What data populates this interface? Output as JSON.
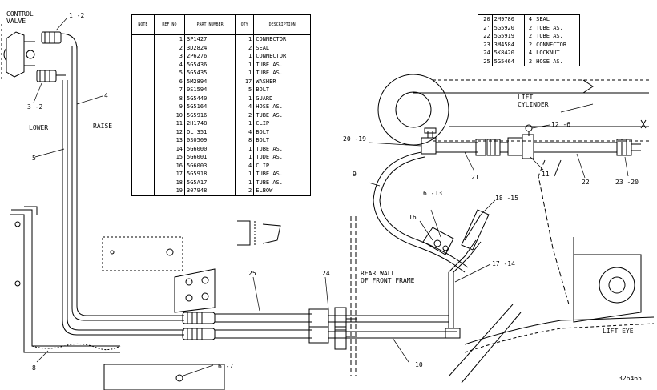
{
  "callouts": {
    "control_valve": "CONTROL\nVALVE",
    "c1_2": "1 -2",
    "c3_2": "3 -2",
    "c4": "4",
    "c5": "5",
    "lower": "LOWER",
    "raise": "RAISE",
    "c8": "8",
    "c6_7": "6 -7",
    "c25": "25",
    "c24": "24",
    "c10": "10",
    "c9": "9",
    "c20_19": "20 -19",
    "c21": "21",
    "c6_13": "6 -13",
    "c16": "16",
    "c18_15": "18 -15",
    "c17_14": "17 -14",
    "c12_6": "12 -6",
    "c11": "11",
    "c22": "22",
    "c23_20": "23 -20",
    "lift_cylinder": "LIFT\nCYLINDER",
    "rear_wall": "REAR  WALL\nOF FRONT FRAME",
    "lift_eye": "LIFT EYE",
    "drawing_no": "326465"
  },
  "parts_table_main": {
    "headers": [
      "NOTE",
      "REF NO",
      "PART NUMBER",
      "QTY",
      "DESCRIPTION"
    ],
    "rows": [
      [
        "",
        "1",
        "3P1427",
        "1",
        "CONNECTOR"
      ],
      [
        "",
        "2",
        "3D2824",
        "2",
        "SEAL"
      ],
      [
        "",
        "3",
        "2P6276",
        "1",
        "CONNECTOR"
      ],
      [
        "",
        "4",
        "5G5436",
        "1",
        "TUBE AS."
      ],
      [
        "",
        "5",
        "5G5435",
        "1",
        "TUBE AS."
      ],
      [
        "",
        "6",
        "5M2894",
        "17",
        "WASHER"
      ],
      [
        "",
        "7",
        "0S1594",
        "5",
        "BOLT"
      ],
      [
        "",
        "8",
        "5G5440",
        "1",
        "GUARD"
      ],
      [
        "",
        "9",
        "5G5164",
        "4",
        "HOSE AS."
      ],
      [
        "",
        "10",
        "5G5916",
        "2",
        "TUBE AS."
      ],
      [
        "",
        "11",
        "2H1748",
        "1",
        "CLIP"
      ],
      [
        "",
        "12",
        "OL 351",
        "4",
        "BOLT"
      ],
      [
        "",
        "13",
        "0S0509",
        "8",
        "BOLT"
      ],
      [
        "",
        "14",
        "5G6000",
        "1",
        "TUBE AS."
      ],
      [
        "",
        "15",
        "5G6001",
        "1",
        "TUDE AS."
      ],
      [
        "",
        "16",
        "5G6003",
        "4",
        "CLIP"
      ],
      [
        "",
        "17",
        "5G5918",
        "1",
        "TUBE AS."
      ],
      [
        "",
        "18",
        "5G5A17",
        "1",
        "TUBE AS."
      ],
      [
        "",
        "19",
        "307948",
        "2",
        "ELBOW"
      ]
    ]
  },
  "parts_table_cont": {
    "rows": [
      [
        "20",
        "2M9780",
        "4",
        "SEAL"
      ],
      [
        "2'",
        "5G5920",
        "2",
        "TUBE AS."
      ],
      [
        "22",
        "5G5919",
        "2",
        "TUBE AS."
      ],
      [
        "23",
        "3M4584",
        "2",
        "CONNECTOR"
      ],
      [
        "24",
        "5K8420",
        "4",
        "LOCKNUT"
      ],
      [
        "25",
        "5G5464",
        "2",
        "HOSE AS."
      ]
    ]
  }
}
